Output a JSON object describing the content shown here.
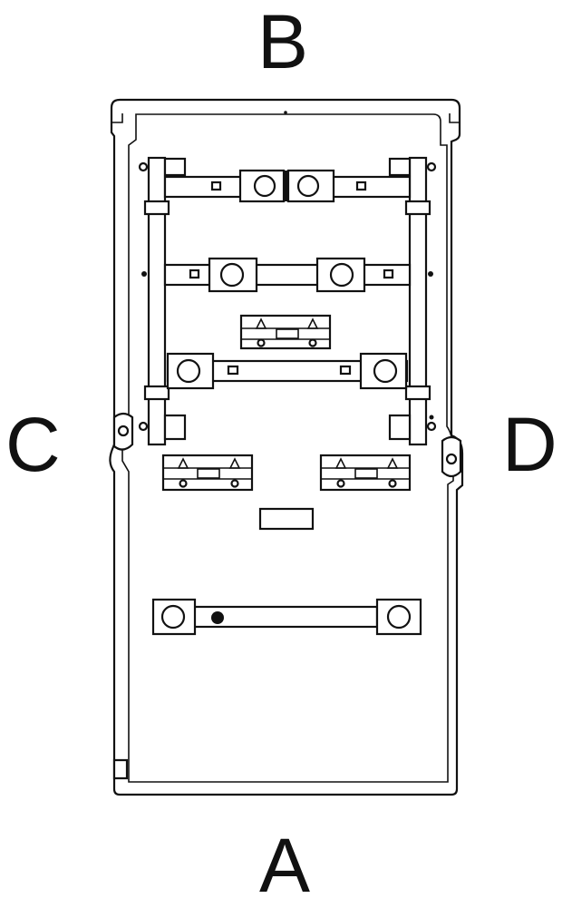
{
  "labels": {
    "top": "B",
    "bottom": "A",
    "left": "C",
    "right": "D"
  },
  "colors": {
    "line": "#111111",
    "background": "#ffffff"
  }
}
